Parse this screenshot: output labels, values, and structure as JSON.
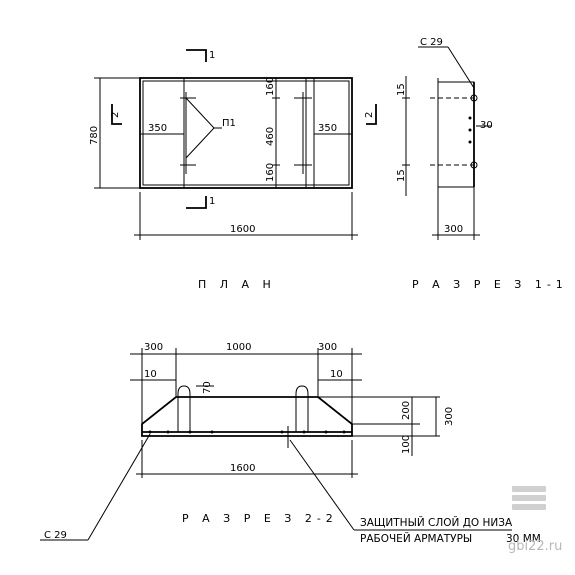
{
  "plan": {
    "title": "П Л А Н",
    "width": "1600",
    "height": "780",
    "left_strip": "350",
    "right_strip": "350",
    "middle_top": "160",
    "middle": "460",
    "middle_bottom": "160",
    "part": "П1",
    "section_1": "1",
    "section_2": "2"
  },
  "section_1_1": {
    "title": "Р А З Р Е З 1-1",
    "part": "С 29",
    "top": "15",
    "bottom": "15",
    "spacing": "30",
    "width": "300"
  },
  "section_2_2": {
    "title": "Р А З Р Е З 2-2",
    "left": "300",
    "center": "1000",
    "right": "300",
    "offset_left": "10",
    "offset_right": "10",
    "loop": "70",
    "upper": "200",
    "lower": "100",
    "total_height": "300",
    "length": "1600",
    "part": "С 29",
    "note_line1": "ЗАЩИТНЫЙ СЛОЙ ДО НИЗА",
    "note_line2": "РАБОЧЕЙ АРМАТУРЫ",
    "note_value": "30 ММ"
  },
  "watermark": {
    "text": "gbi22.ru"
  }
}
